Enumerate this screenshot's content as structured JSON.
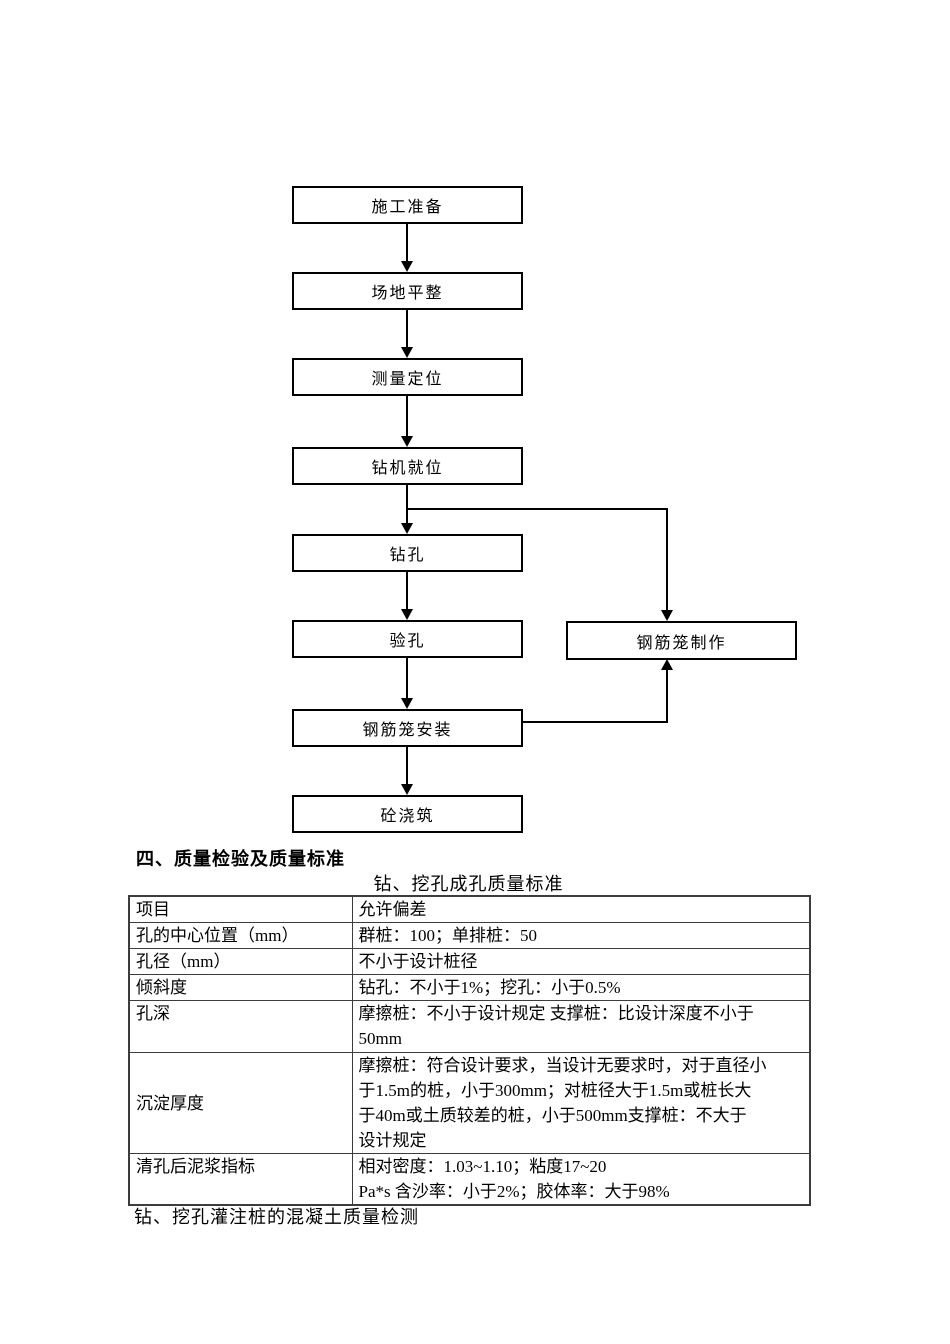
{
  "flowchart": {
    "boxes": [
      {
        "label": "施工准备"
      },
      {
        "label": "场地平整"
      },
      {
        "label": "测量定位"
      },
      {
        "label": "钻机就位"
      },
      {
        "label": "钻孔"
      },
      {
        "label": "验孔"
      },
      {
        "label": "钢筋笼安装"
      },
      {
        "label": "砼浇筑"
      }
    ],
    "side_box": {
      "label": "钢筋笼制作"
    }
  },
  "section": {
    "heading": "四、质量检验及质量标准",
    "table_title": "钻、挖孔成孔质量标准",
    "footer_note": "钻、挖孔灌注桩的混凝土质量检测"
  },
  "table": {
    "header": {
      "item": "项目",
      "value": "允许偏差"
    },
    "rows": [
      {
        "item": "孔的中心位置（mm）",
        "value": "群桩：100；单排桩：50"
      },
      {
        "item": "孔径（mm）",
        "value": "不小于设计桩径"
      },
      {
        "item": "倾斜度",
        "value": "钻孔：不小于1%；挖孔：小于0.5%"
      },
      {
        "item": "孔深",
        "value": "摩擦桩：不小于设计规定 支撑桩：比设计深度不小于\n50mm"
      },
      {
        "item": "沉淀厚度",
        "value": "摩擦桩：符合设计要求，当设计无要求时，对于直径小\n于1.5m的桩，小于300mm；对桩径大于1.5m或桩长大\n于40m或土质较差的桩，小于500mm支撑桩：不大于\n设计规定"
      },
      {
        "item": "清孔后泥浆指标",
        "value": "相对密度：1.03~1.10；粘度17~20\nPa*s 含沙率：小于2%；胶体率：大于98%"
      }
    ]
  }
}
